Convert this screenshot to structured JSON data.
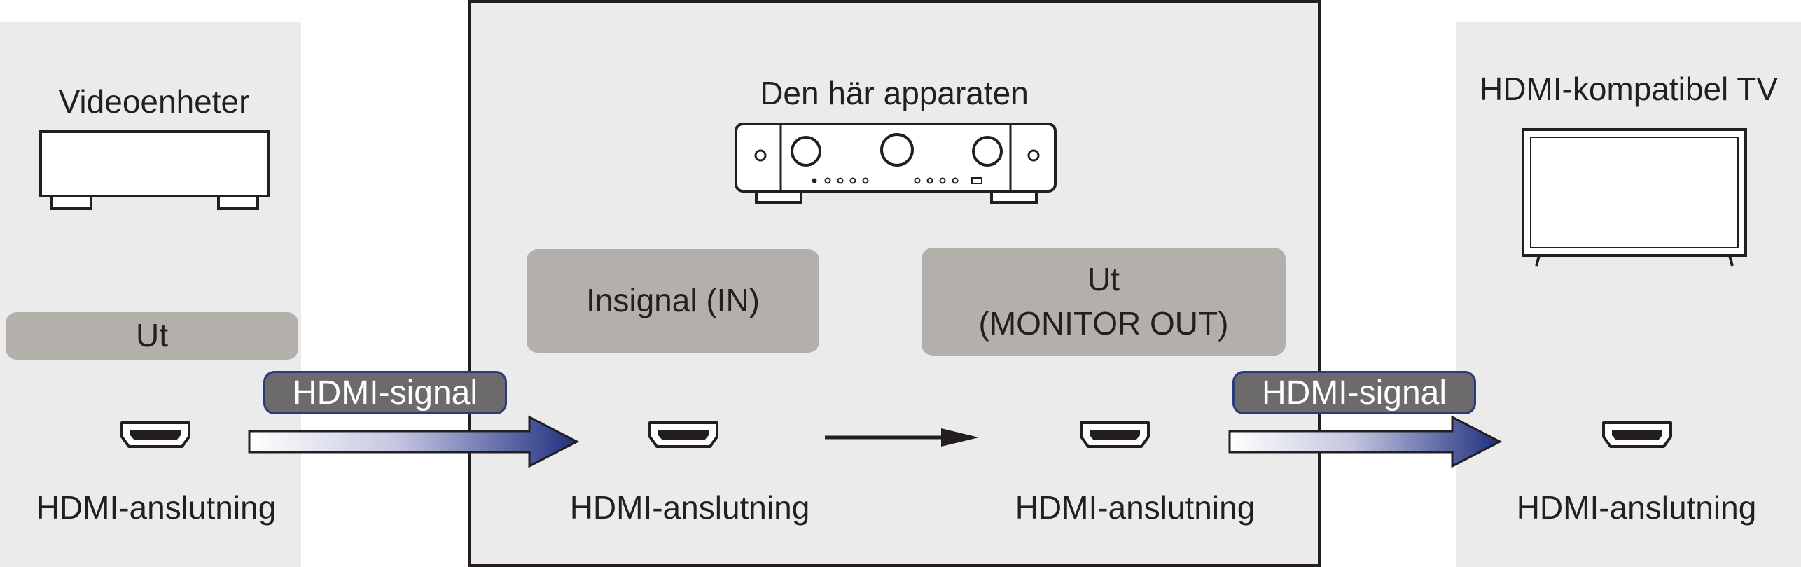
{
  "left": {
    "title": "Videoenheter",
    "port_box": "Ut",
    "connector_label": "HDMI-anslutning"
  },
  "center": {
    "title": "Den här apparaten",
    "input_box": "Insignal (IN)",
    "output_box_line1": "Ut",
    "output_box_line2": "(MONITOR OUT)",
    "input_connector_label": "HDMI-anslutning",
    "output_connector_label": "HDMI-anslutning"
  },
  "right": {
    "title": "HDMI-kompatibel TV",
    "connector_label": "HDMI-anslutning"
  },
  "signals": {
    "left_badge": "HDMI-signal",
    "right_badge": "HDMI-signal"
  },
  "colors": {
    "panel_bg": "#ebebeb",
    "gray_box": "#b3afab",
    "badge_bg": "#6d6a6b",
    "badge_border": "#2b3a78",
    "arrow_blue": "#1f2f80",
    "line": "#231f20"
  },
  "icons": [
    "video-player-icon",
    "av-receiver-icon",
    "television-icon",
    "hdmi-port-icon",
    "gradient-arrow-icon",
    "black-arrow-icon"
  ]
}
